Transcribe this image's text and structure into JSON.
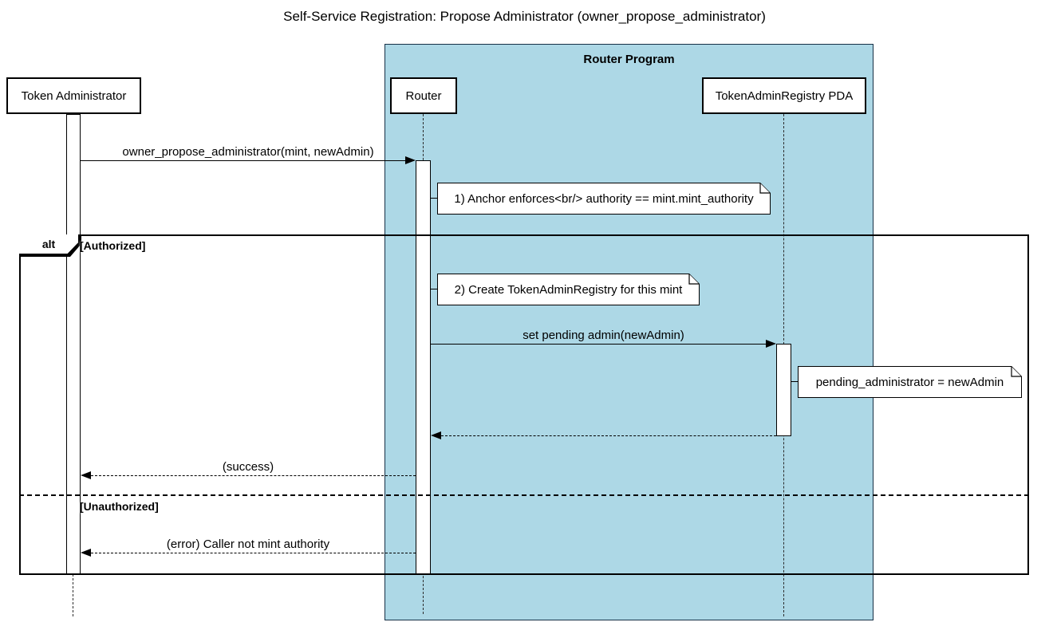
{
  "diagram": {
    "title": "Self-Service Registration: Propose Administrator (owner_propose_administrator)",
    "group": {
      "label": "Router Program"
    },
    "participants": {
      "token_administrator": {
        "label": "Token Administrator"
      },
      "router": {
        "label": "Router"
      },
      "registry_pda": {
        "label": "TokenAdminRegistry PDA"
      }
    },
    "messages": {
      "propose": {
        "label": "owner_propose_administrator(mint, newAdmin)",
        "style": "solid"
      },
      "set_pending": {
        "label": "set pending admin(newAdmin)",
        "style": "solid"
      },
      "pda_return": {
        "label": "",
        "style": "dashed"
      },
      "success": {
        "label": "(success)",
        "style": "dashed"
      },
      "error": {
        "label": "(error) Caller not mint authority",
        "style": "dashed"
      }
    },
    "notes": {
      "anchor_enforces": {
        "text": "1) Anchor enforces<br/> authority == mint.mint_authority"
      },
      "create_registry": {
        "text": "2) Create TokenAdminRegistry for this mint"
      },
      "pending_admin": {
        "text": "pending_administrator = newAdmin"
      }
    },
    "alt": {
      "operator": "alt",
      "authorized_label": "[Authorized]",
      "unauthorized_label": "[Unauthorized]"
    },
    "colors": {
      "group_fill": "#ADD8E6",
      "line": "#000000",
      "note_fill": "#FFFFFF",
      "actor_fill": "#FFFFFF"
    }
  }
}
